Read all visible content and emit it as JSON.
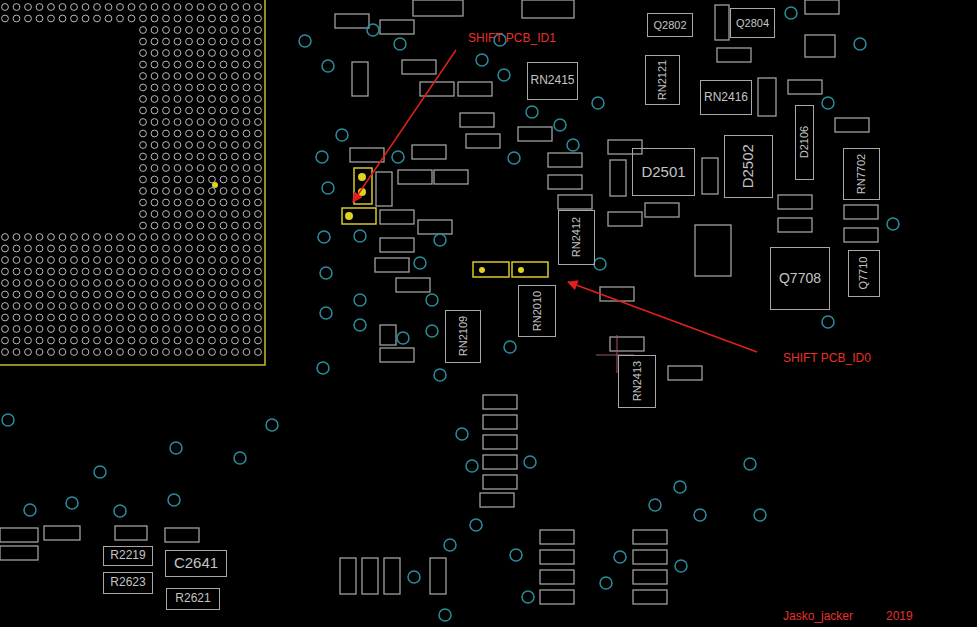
{
  "diagram": {
    "nodes": [
      {
        "text": [
          "Q2804"
        ]
      },
      {
        "text": [
          "Q2802"
        ]
      },
      {
        "text": [
          "RN2121"
        ]
      },
      {
        "text": [
          "RN2415"
        ]
      },
      {
        "text": [
          "RN2416"
        ]
      },
      {
        "text": [
          "D2106"
        ]
      },
      {
        "text": [
          "D2502"
        ]
      },
      {
        "text": [
          "D2501"
        ]
      },
      {
        "text": [
          "RN7702"
        ]
      },
      {
        "text": [
          "RN2412"
        ]
      },
      {
        "text": [
          "Q7708"
        ]
      },
      {
        "text": [
          "Q7710"
        ]
      },
      {
        "text": [
          "RN2010"
        ]
      },
      {
        "text": [
          "RN2109"
        ]
      },
      {
        "text": [
          "RN2413"
        ]
      },
      {
        "text": [
          "R2219"
        ]
      },
      {
        "text": [
          "C2641"
        ]
      },
      {
        "text": [
          "R2623"
        ]
      },
      {
        "text": [
          "R2621"
        ]
      }
    ],
    "labels": [
      "SHIFT PCB_ID1",
      "SHIFT PCB_ID0",
      "Jasko_jacker",
      "2019"
    ]
  }
}
